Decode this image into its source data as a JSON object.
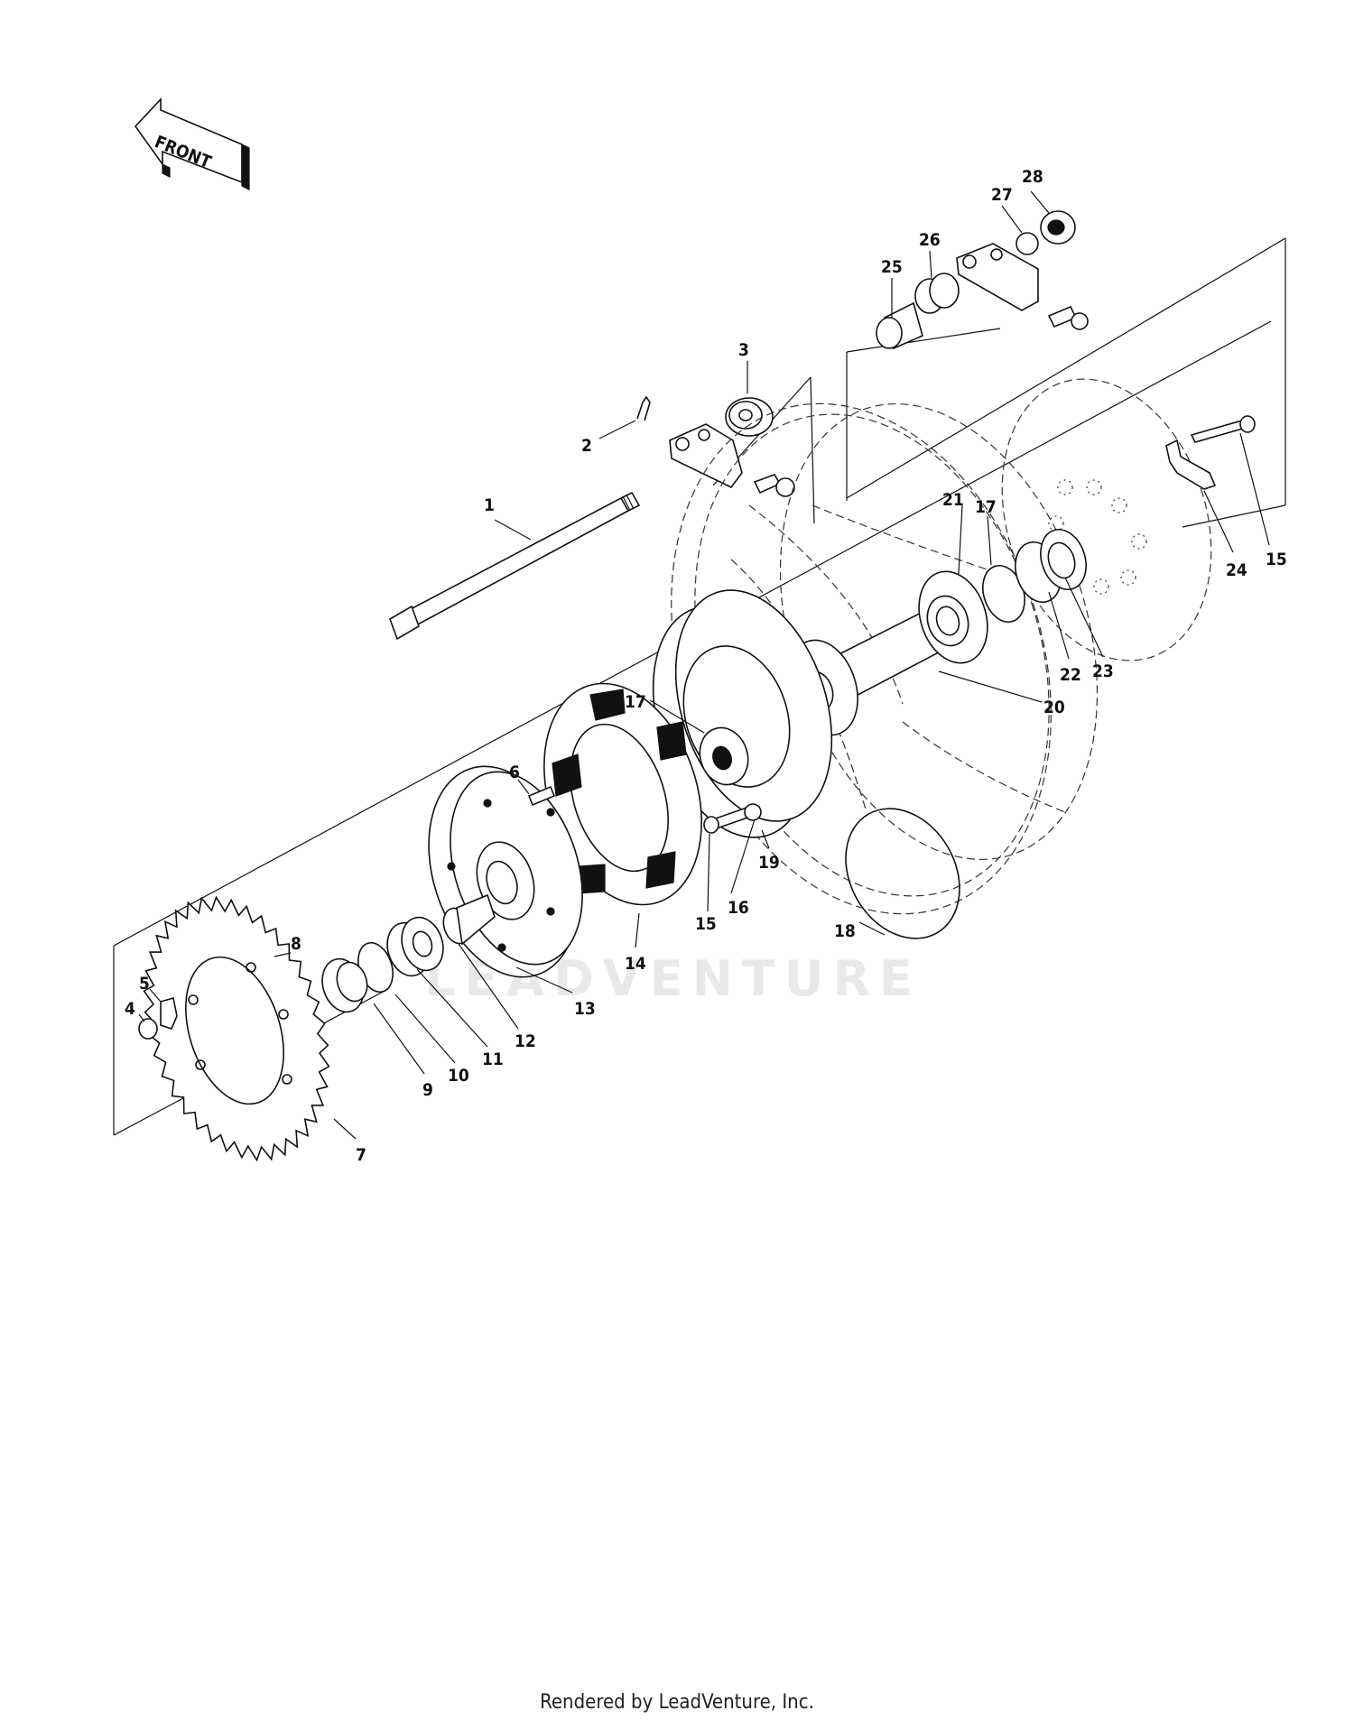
{
  "arrow_label": "FRONT",
  "watermark": "LEADVENTURE",
  "footer": "Rendered by LeadVenture, Inc.",
  "callouts": [
    "1",
    "2",
    "3",
    "4",
    "5",
    "6",
    "7",
    "8",
    "9",
    "10",
    "11",
    "12",
    "13",
    "14",
    "15",
    "15",
    "15",
    "16",
    "17",
    "17",
    "18",
    "19",
    "20",
    "21",
    "22",
    "23",
    "24",
    "25",
    "26",
    "27",
    "28"
  ]
}
